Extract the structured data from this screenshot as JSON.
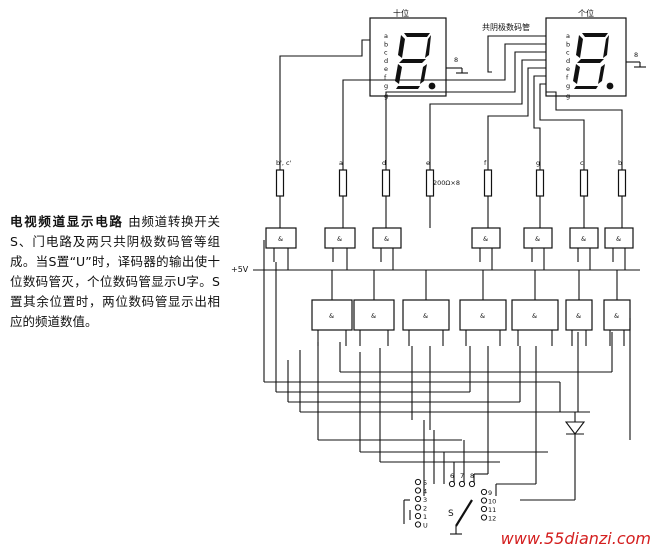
{
  "description": {
    "title": "电视频道显示电路",
    "body": "由频道转换开关S、门电路及两只共阴极数码管等组成。当S置“U”时，译码器的输出使十位数码管灭，个位数码管显示U字。S置其余位置时，两位数码管显示出相应的频道数值。"
  },
  "labels": {
    "tens": "十位",
    "ones": "个位",
    "common_cathode": "共阴极数码管",
    "supply": "+5V",
    "resistors": "200Ω×8",
    "switch": "S",
    "gate": "&",
    "gnd_pin": "8"
  },
  "segments": [
    "a",
    "b",
    "c",
    "d",
    "e",
    "f",
    "g"
  ],
  "resistor_tags": [
    "b', c'",
    "a",
    "d",
    "e",
    "f",
    "g",
    "c",
    "b"
  ],
  "switch_left": [
    "5",
    "4",
    "3",
    "2",
    "1",
    "U"
  ],
  "switch_top": [
    "6",
    "7",
    "8"
  ],
  "switch_right": [
    "9",
    "10",
    "11",
    "12"
  ],
  "watermark": "www.55dianzi.com"
}
